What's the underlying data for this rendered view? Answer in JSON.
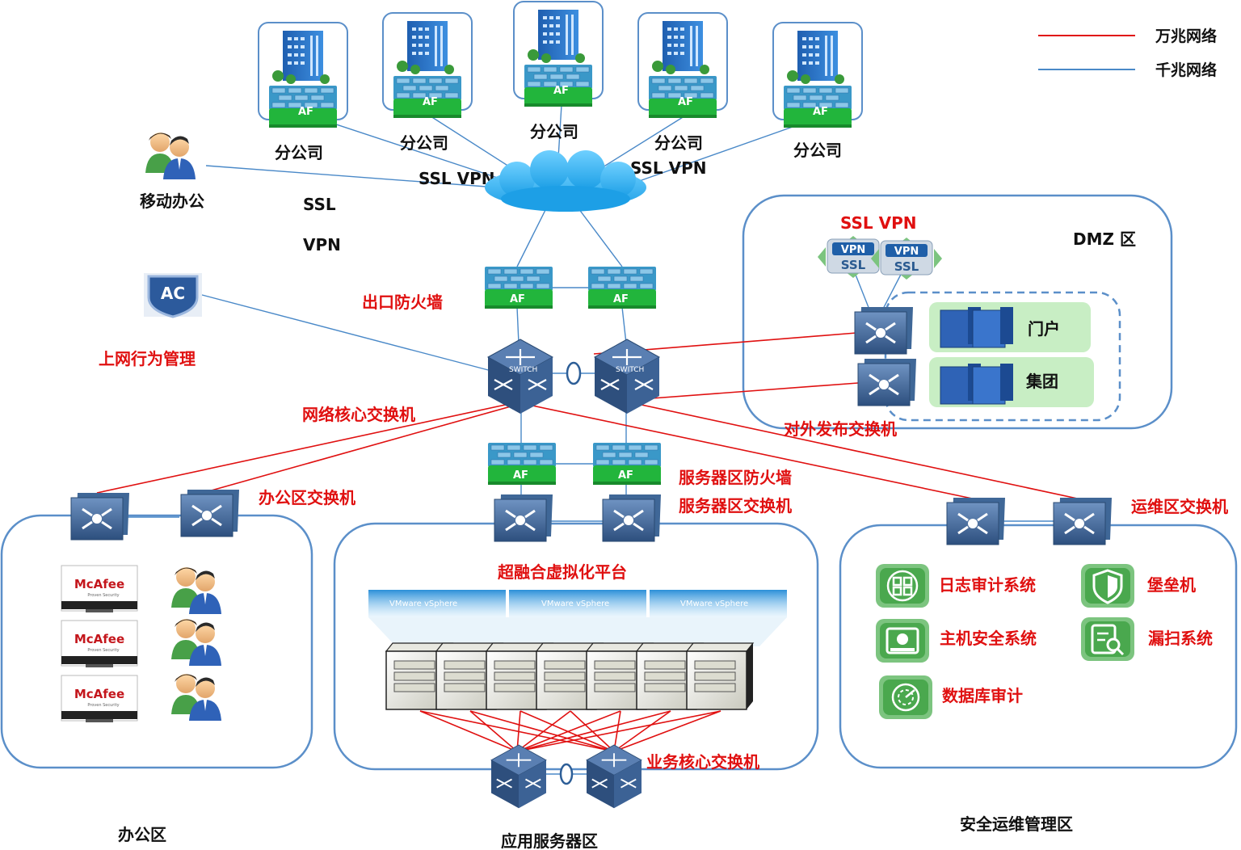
{
  "legend": {
    "items": [
      {
        "label": "万兆网络",
        "color": "#e01010"
      },
      {
        "label": "千兆网络",
        "color": "#4a89c8"
      }
    ]
  },
  "branches": {
    "label": "分公司",
    "firewall_label": "AF",
    "count": 5
  },
  "mobile": {
    "label": "移动办公"
  },
  "vpn_labels": {
    "left": "SSL VPN",
    "right": "SSL VPN",
    "ssl": "SSL",
    "vpn": "VPN"
  },
  "ac": {
    "badge": "AC",
    "label": "上网行为管理"
  },
  "exit_firewall": {
    "label": "出口防火墙",
    "af": "AF"
  },
  "core_switch": {
    "label": "网络核心交换机",
    "tag": "SWITCH"
  },
  "dmz": {
    "title": "DMZ 区",
    "vpn_label": "SSL VPN",
    "vpn_badge": "VPN",
    "ssl_badge": "SSL",
    "servers": [
      {
        "label": "门户"
      },
      {
        "label": "集团"
      }
    ],
    "switch_label": "对外发布交换机"
  },
  "office_switch": {
    "label": "办公区交换机"
  },
  "server_firewall": {
    "label": "服务器区防火墙",
    "af": "AF"
  },
  "server_switch": {
    "label": "服务器区交换机"
  },
  "ops_switch": {
    "label": "运维区交换机"
  },
  "office_zone": {
    "title": "办公区",
    "antivirus": {
      "brand": "McAfee",
      "sub": "Proven Security",
      "count": 3
    }
  },
  "server_zone": {
    "title": "应用服务器区",
    "platform": "超融合虚拟化平台",
    "vsphere": [
      "VMware vSphere",
      "VMware vSphere",
      "VMware vSphere"
    ],
    "server_count": 7,
    "business_switch": "业务核心交换机"
  },
  "ops_zone": {
    "title": "安全运维管理区",
    "systems": [
      {
        "label": "日志审计系统",
        "icon": "log-audit-icon"
      },
      {
        "label": "堡垒机",
        "icon": "shield-icon"
      },
      {
        "label": "主机安全系统",
        "icon": "host-security-icon"
      },
      {
        "label": "漏扫系统",
        "icon": "vuln-scan-icon"
      },
      {
        "label": "数据库审计",
        "icon": "database-audit-icon"
      }
    ]
  }
}
